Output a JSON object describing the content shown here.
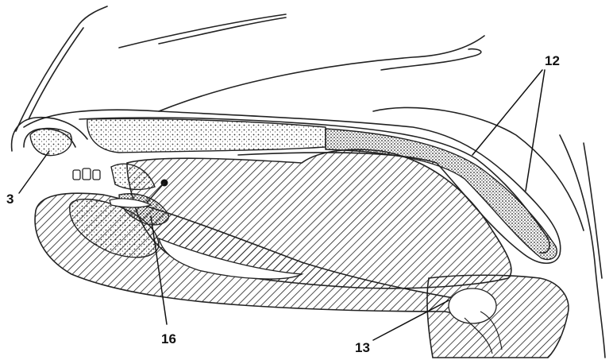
{
  "figure": {
    "labels": {
      "label_3": "3",
      "label_12": "12",
      "label_13": "13",
      "label_16": "16"
    }
  }
}
